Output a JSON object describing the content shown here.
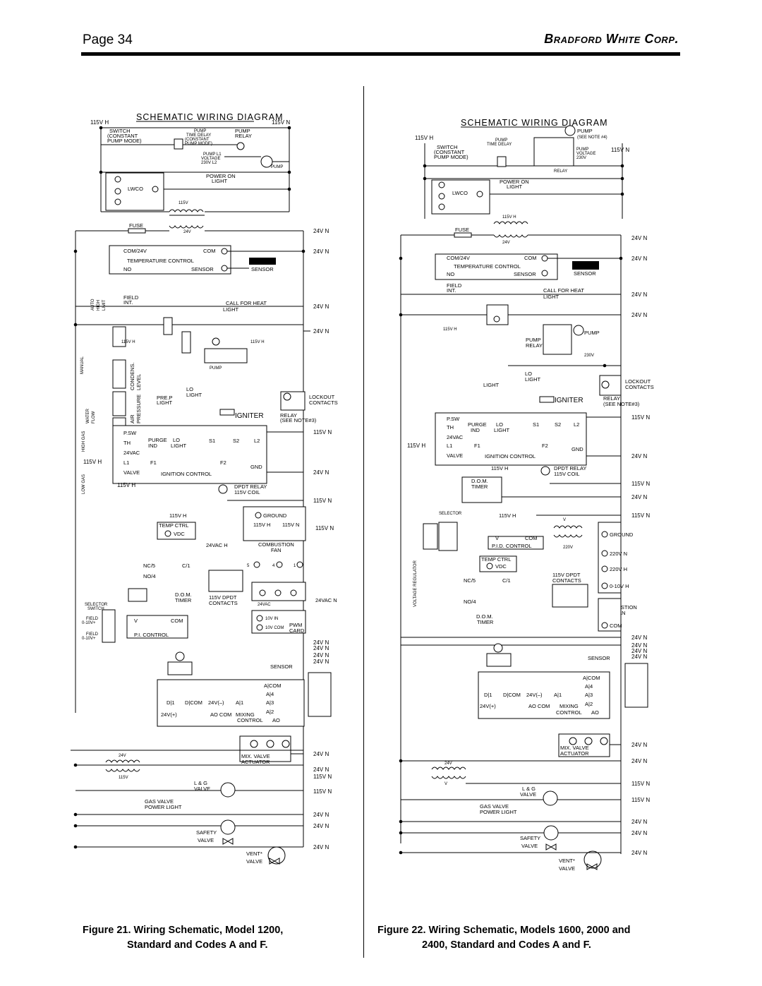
{
  "header": {
    "page": "Page 34",
    "brand": "Bradford White Corp."
  },
  "left": {
    "title": "SCHEMATIC WIRING DIAGRAM",
    "labels": {
      "h115": "115V H",
      "n115": "115V N",
      "switch": "SWITCH",
      "constant": "(CONSTANT",
      "pumpmode": "PUMP MODE)",
      "pumptd": "PUMP",
      "timedelay": "TIME DELAY",
      "constant2": "(CONSTANT",
      "pumpmode2": "PUMP MODE)",
      "pumprelay": "PUMP",
      "relay": "RELAY",
      "pumpl1": "PUMP L1",
      "voltage": "VOLTAGE",
      "v230": "230V L2",
      "pump": "PUMP",
      "poweron": "POWER ON",
      "light": "LIGHT",
      "lwco": "LWCO",
      "v115": "115V",
      "fuse": "FUSE",
      "v24": "24V",
      "n24": "24V N",
      "com24": "COM/24V",
      "com": "COM",
      "tempctrl": "TEMPERATURE CONTROL",
      "no": "NO",
      "sensor": "SENSOR",
      "sensorbar": "SENSOR",
      "field": "FIELD",
      "int": "INT.",
      "callheat": "CALL FOR HEAT",
      "light2": "LIGHT",
      "lockout": "LOCKOUT",
      "contacts": "CONTACTS",
      "relay2": "RELAY",
      "note3": "(SEE NOTE#3)",
      "igniter": "IGNITER",
      "prep": "PRE.P",
      "lo": "LO",
      "psw": "P.SW",
      "th": "TH",
      "purge": "PURGE",
      "ind": "IND",
      "lolight": "LO",
      "light3": "LIGHT",
      "s1": "S1",
      "s2": "S2",
      "l2": "L2",
      "vac24": "24VAC",
      "l1": "L1",
      "f1": "F1",
      "f2": "F2",
      "valve": "VALVE",
      "ignctrl": "IGNITION CONTROL",
      "gnd": "GND",
      "dpdt": "DPDT RELAY",
      "coil": "115V COIL",
      "ground": "GROUND",
      "tempctrl2": "TEMP CTRL",
      "vdc": "VDC",
      "vac24h": "24VAC H",
      "combustion": "COMBUSTION",
      "fan": "FAN",
      "nc5": "NC/5",
      "c1": "C/1",
      "no4": "NO/4",
      "dom": "D.O.M.",
      "timer": "TIMER",
      "dpdt2": "115V DPDT",
      "contacts2": "CONTACTS",
      "vac24n": "24VAC N",
      "selector": "SELECTOR",
      "switch2": "SWITCH",
      "field2": "FIELD",
      "v010": "0-10V+",
      "v": "V",
      "com2": "COM",
      "pictrl": "P.I. CONTROL",
      "pwm": "PWM",
      "card": "CARD",
      "acom": "A|COM",
      "a4": "A|4",
      "a3": "A|3",
      "a2": "A|2",
      "a1": "A|1",
      "d1": "D|1",
      "dcom": "D|COM",
      "v24m": "24V(–)",
      "v24p": "24V(+)",
      "aocom": "AO COM",
      "mixing": "MIXING",
      "control": "CONTROL",
      "ao": "AO",
      "mixvalve": "MIX. VALVE",
      "actuator": "ACTUATOR",
      "lg": "L & G",
      "valve2": "VALVE",
      "gasvalve": "GAS VALVE",
      "powerlight": "POWER LIGHT",
      "safety": "SAFETY",
      "valve3": "VALVE",
      "vent": "VENT*",
      "valve4": "VALVE",
      "auto": "AUTO",
      "high": "HIGH",
      "limit": "LIMIT",
      "manual": "MANUAL",
      "condens": "CONDENS.",
      "level": "LEVEL",
      "water": "WATER",
      "flow": "FLOW",
      "air": "AIR",
      "pressure": "PRESSURE",
      "highgas": "HIGH GAS",
      "lowgas": "LOW GAS",
      "v10in": "10V IN",
      "v10com": "10V COM"
    }
  },
  "right": {
    "title": "SCHEMATIC WIRING DIAGRAM",
    "labels": {
      "h115": "115V H",
      "n115": "115V N",
      "switch": "SWITCH",
      "constant": "(CONSTANT",
      "pumpmode": "PUMP MODE)",
      "pumptd": "PUMP",
      "timedelay": "TIME DELAY",
      "pump": "PUMP",
      "note4": "(SEE NOTE #4)",
      "pumpvolt": "PUMP",
      "voltage": "VOLTAGE",
      "v230": "230V",
      "relay": "RELAY",
      "poweron": "POWER ON",
      "light": "LIGHT",
      "lwco": "LWCO",
      "fuse": "FUSE",
      "v24": "24V",
      "n24": "24V N",
      "com24": "COM/24V",
      "com": "COM",
      "tempctrl": "TEMPERATURE CONTROL",
      "no": "NO",
      "sensor": "SENSOR",
      "sensorbar": "SENSOR",
      "field": "FIELD",
      "int": "INT.",
      "callheat": "CALL FOR HEAT",
      "igniter": "IGNITER",
      "relay2": "RELAY",
      "note3": "(SEE NOTE#3)",
      "lockout": "LOCKOUT",
      "contacts": "CONTACTS",
      "psw": "P.SW",
      "th": "TH",
      "purge": "PURGE",
      "ind": "IND",
      "lolight": "LO",
      "light3": "LIGHT",
      "s1": "S1",
      "s2": "S2",
      "l2": "L2",
      "vac24": "24VAC",
      "l1": "L1",
      "f1": "F1",
      "f2": "F2",
      "valve": "VALVE",
      "ignctrl": "IGNITION CONTROL",
      "gnd": "GND",
      "dpdt": "DPDT RELAY",
      "coil": "115V COIL",
      "dom": "D.O.M.",
      "timer": "TIMER",
      "selector": "SELECTOR",
      "ground": "GROUND",
      "v220n": "220V N",
      "v220h": "220V H",
      "v010h": "0-10V H",
      "tempctrl2": "TEMP CTRL",
      "vdc": "VDC",
      "nc5": "NC/5",
      "c1": "C/1",
      "no4": "NO/4",
      "dpdt2": "115V DPDT",
      "contacts2": "CONTACTS",
      "combustion": "COMBUSTION",
      "fan": "FAN",
      "pid": "P.I.D. CONTROL",
      "v": "V",
      "com2": "COM",
      "acom": "A|COM",
      "a4": "A|4",
      "a3": "A|3",
      "a2": "A|2",
      "a1": "A|1",
      "d1": "D|1",
      "dcom": "D|COM",
      "v24m": "24V(–)",
      "v24p": "24V(+)",
      "aocom": "AO COM",
      "mixing": "MIXING",
      "control": "CONTROL",
      "ao": "AO",
      "mixvalve": "MIX. VALVE",
      "actuator": "ACTUATOR",
      "lg": "L & G",
      "valve2": "VALVE",
      "gasvalve": "GAS VALVE",
      "powerlight": "POWER LIGHT",
      "safety": "SAFETY",
      "valve3": "VALVE",
      "vent": "VENT*",
      "valve4": "VALVE",
      "voltreg": "VOLTAGE REGULATOR",
      "v220": "220V"
    }
  },
  "captions": {
    "fig21_line1": "Figure 21.  Wiring Schematic, Model 1200,",
    "fig21_line2": "Standard and Codes A and F.",
    "fig22_line1": "Figure 22.  Wiring Schematic, Models 1600, 2000 and",
    "fig22_line2": "2400, Standard and Codes A and F."
  }
}
